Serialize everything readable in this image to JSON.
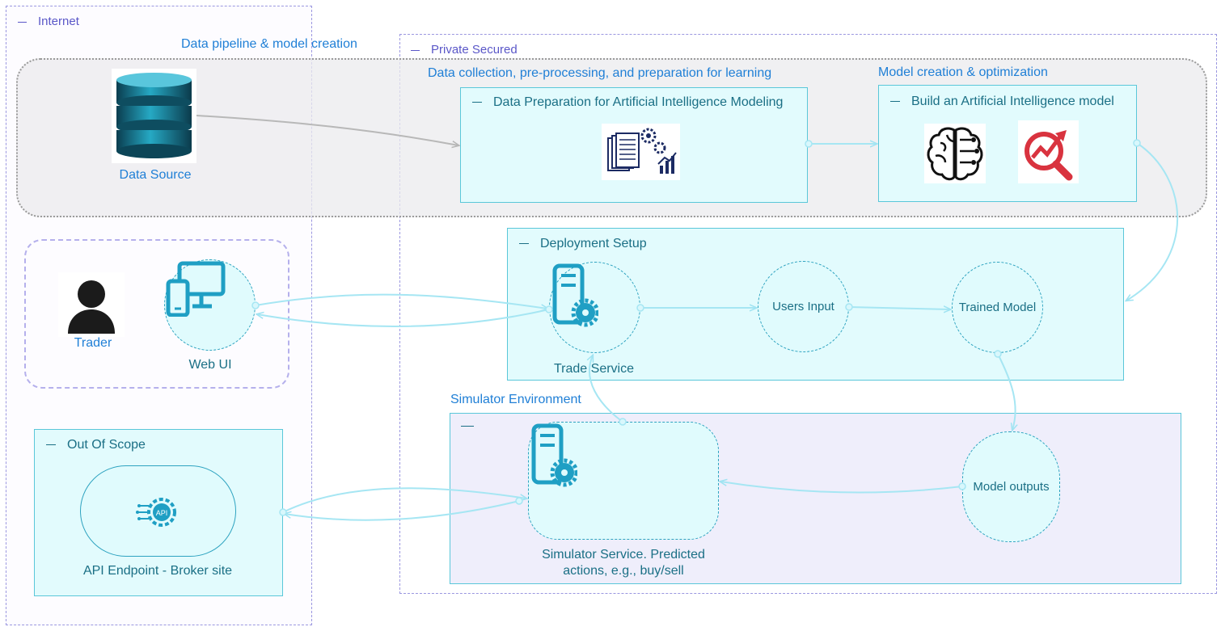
{
  "zones": {
    "internet": "Internet",
    "private": "Private Secured"
  },
  "groups": {
    "pipeline": "Data pipeline & model creation",
    "collection": "Data collection, pre-processing, and preparation for learning",
    "model_creation": "Model creation & optimization",
    "simulator_env": "Simulator Environment"
  },
  "panels": {
    "data_prep": "Data Preparation for Artificial Intelligence Modeling",
    "build_model": "Build an Artificial Intelligence model",
    "deployment": "Deployment Setup",
    "out_of_scope": "Out Of Scope",
    "simulator_box": ""
  },
  "nodes": {
    "data_source": "Data Source",
    "trader": "Trader",
    "web_ui": "Web UI",
    "trade_service": "Trade Service",
    "users_input": "Users Input",
    "trained_model": "Trained Model",
    "simulator_service_line1": "Simulator Service. Predicted",
    "simulator_service_line2": "actions, e.g., buy/sell",
    "model_outputs": "Model outputs",
    "api_endpoint": "API Endpoint - Broker site",
    "api_badge": "API"
  },
  "icons": [
    "database-icon",
    "data-preparation-icon",
    "brain-icon",
    "analytics-search-icon",
    "person-icon",
    "devices-icon",
    "server-gear-icon",
    "api-gear-icon"
  ],
  "colors": {
    "panel_fill": "#e2fbfd",
    "panel_border": "#5ac7d9",
    "zone_border": "#9b97e0",
    "accent": "#1f9fc4",
    "connector": "#a6e6f3"
  }
}
